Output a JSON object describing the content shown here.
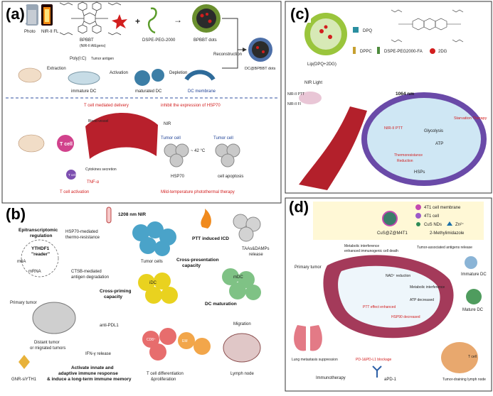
{
  "labels": {
    "a": "(a)",
    "b": "(b)",
    "c": "(c)",
    "d": "(d)"
  },
  "panel_a": {
    "photo": "Photo",
    "nir_fl": "NIR-II FL",
    "bpbbt": "BPBBT",
    "nir_aiegens": "(NIR-II AIEgens)",
    "dspe": "DSPE-PEG-2000",
    "bpbbt_dots": "BPBBT dots",
    "reconstruction": "Reconstruction",
    "dc_dots": "DC@BPBBT dots",
    "extraction": "Extraction",
    "polyic": "Poly(I:C)",
    "tumor_antigen": "Tumor antigen",
    "activation": "Activation",
    "depletion": "Depletion",
    "immature_dc": "immature DC",
    "maturated_dc": "maturated DC",
    "dc_membrane": "DC membrane",
    "t_cell_delivery": "T cell mediated delivery",
    "inhibit_hsp70": "inhibit the expression of HSP70",
    "blood_vessel": "Blood vessel",
    "nir": "NIR",
    "tumor_cell": "Tumor cell",
    "tumor_cell2": "Tumor cell",
    "t_cell": "T cell",
    "t_cell_small": "T cell",
    "cytokines": "Cytokines secretion",
    "tnf": "TNF-α",
    "temp": "~ 42 °C",
    "hsp70": "HSP70",
    "apoptosis": "cell apoptosis",
    "t_cell_activation": "T cell activation",
    "mild_ptt": "Mild-temperature photothermal therapy"
  },
  "panel_b": {
    "epi_title": "Epitranscriptomic",
    "epi_title2": "regulation",
    "nir": "1208 nm NIR",
    "hsp70_resist": "HSP70-mediated",
    "hsp70_resist2": "thermo-resistance",
    "tumor_cells": "Tumor cells",
    "ptt_icd": "PTT induced ICD",
    "taas": "TAAs&DAMPs",
    "taas2": "release",
    "ythdf1": "YTHDF1",
    "reader": "\"reader\"",
    "m6a": "m6A",
    "mrna": "mRNA",
    "ctsb": "CTSB-mediated",
    "ctsb2": "antigen degradation",
    "cross_presentation": "Cross-presentation",
    "cross_presentation2": "capacity",
    "cross_priming": "Cross-priming",
    "cross_priming2": "capacity",
    "idc": "iDC",
    "mdc": "mDC",
    "dc_maturation": "DC maturation",
    "primary_tumor": "Primary tumor",
    "distant_tumor": "Distant tumor",
    "distant_tumor2": "or migrated tumors",
    "anti_pdl1": "anti-PDL1",
    "ifn": "IFN-γ release",
    "migration": "Migration",
    "gnr": "GNR-siYTH1",
    "activate": "Activate innate and",
    "activate2": "adaptive immune response",
    "activate3": "& induce a long-term immune memory",
    "t_diff": "T cell differentiation",
    "t_diff2": "&proliferation",
    "lymph": "Lymph node",
    "cd8": "CD8⁺",
    "em": "EM"
  },
  "panel_c": {
    "lip": "Lip(DPQ+2DG)",
    "dpq": "DPQ",
    "dppc": "DPPC",
    "dspe_fa": "DSPE-PEG2000-FA",
    "two_dg": "2DG",
    "nir_light": "NIR Light",
    "nir_ptt": "NIR-II PTT",
    "nir_fi": "NIR-II FI",
    "wavelength": "1064 nm",
    "starvation": "Starvation Therapy",
    "nir_ptt2": "NIR-II PTT",
    "glycolysis": "Glycolysis",
    "atp": "ATP",
    "thermoresistance": "Thermoresistance",
    "reduction": "Reduction",
    "hsp": "HSPs"
  },
  "panel_d": {
    "membrane": "4T1 cell membrane",
    "cell": "4T1 cell",
    "cus": "CuS NDs",
    "zn": "Zn²⁺",
    "methylimidazole": "2-Methylimidazole",
    "product": "CuS@Z@M4T1",
    "metabolic": "Metabolic interference",
    "metabolic2": "enhanced immunogenic cell death",
    "antigens": "Tumor-associated antigens release",
    "immature_dc": "Immature DC",
    "mature_dc": "Mature DC",
    "primary": "Primary tumor",
    "nad": "NAD⁺ reduction",
    "metab_int": "Metabolic interference",
    "atp": "ATP decreased",
    "ptt": "PTT effect enhanced",
    "hsp90": "HSP90 decreased",
    "lung": "Lung metastasis suppression",
    "immuno": "Immunotherapy",
    "pd1_block": "PD-1&PD-L1 blockage",
    "apd1": "aPD-1",
    "draining": "Tumor-draining lymph node",
    "tcell": "T cell"
  }
}
